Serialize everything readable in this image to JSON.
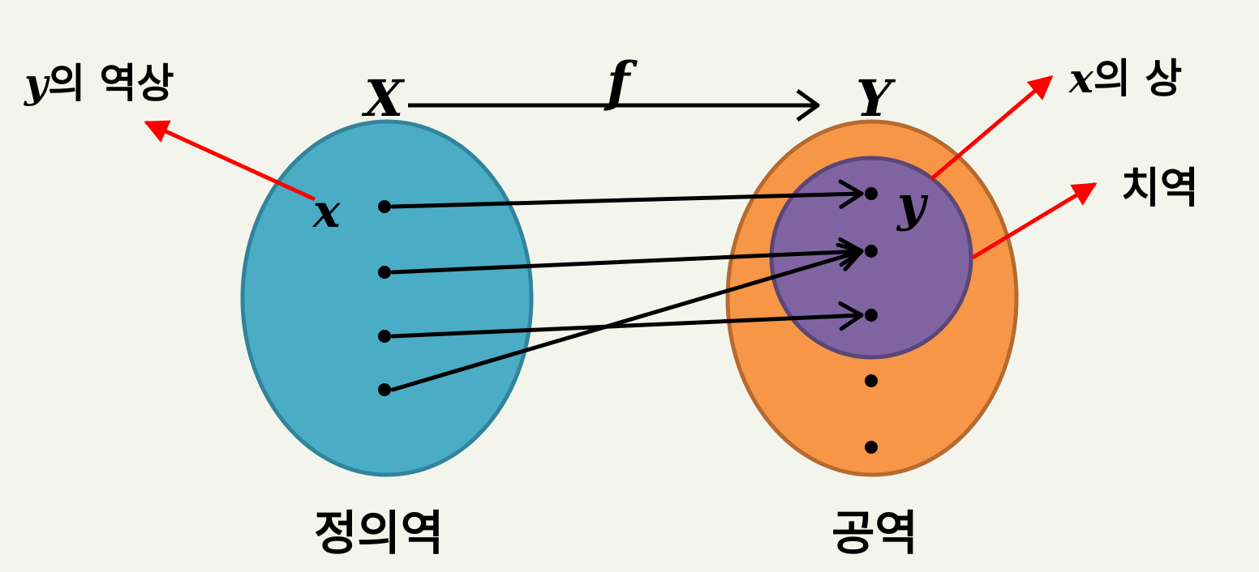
{
  "colors": {
    "background": "#f3f5ec",
    "domain_fill": "#4bacc6",
    "domain_stroke": "#31849b",
    "codomain_fill": "#f79646",
    "codomain_stroke": "#b66a2f",
    "range_fill": "#8064a2",
    "range_stroke": "#5b4676",
    "mapping_arrow": "#000000",
    "label_arrow": "#ff0000"
  },
  "labels": {
    "set_X": "X",
    "set_Y": "Y",
    "function": "f",
    "element_x": "x",
    "element_y": "y",
    "preimage_var": "y",
    "preimage_text": "의 역상",
    "image_var": "x",
    "image_text": "의 상",
    "range": "치역",
    "domain": "정의역",
    "codomain": "공역"
  },
  "mappings": [
    {
      "from": 1,
      "to": 1
    },
    {
      "from": 2,
      "to": 2
    },
    {
      "from": 3,
      "to": 3
    },
    {
      "from": 4,
      "to": 2
    }
  ]
}
